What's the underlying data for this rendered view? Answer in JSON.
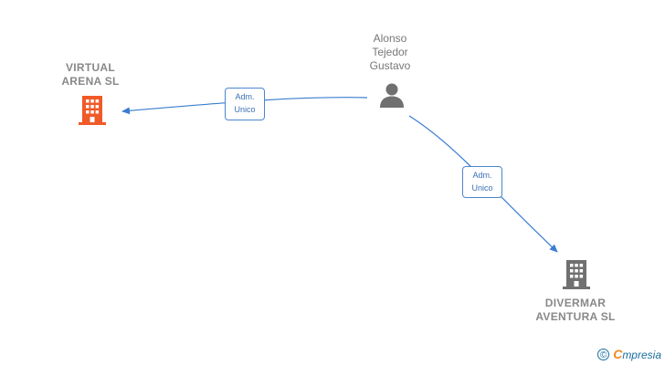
{
  "nodes": {
    "person": {
      "label": "Alonso\nTejedor\nGustavo",
      "icon": "person-icon",
      "color": "#707070"
    },
    "company_main": {
      "label": "VIRTUAL\nARENA  SL",
      "icon": "building-icon",
      "color": "#f05a28"
    },
    "company_other": {
      "label": "DIVERMAR\nAVENTURA SL",
      "icon": "building-icon",
      "color": "#707070"
    }
  },
  "edges": [
    {
      "from": "person",
      "to": "company_main",
      "label": "Adm.\nUnico"
    },
    {
      "from": "person",
      "to": "company_other",
      "label": "Adm.\nUnico"
    }
  ],
  "colors": {
    "edge": "#3a7dd0",
    "label_border": "#4a86d0"
  },
  "watermark": {
    "symbol": "©",
    "brand_initial": "C",
    "brand_rest": "mpresia"
  }
}
